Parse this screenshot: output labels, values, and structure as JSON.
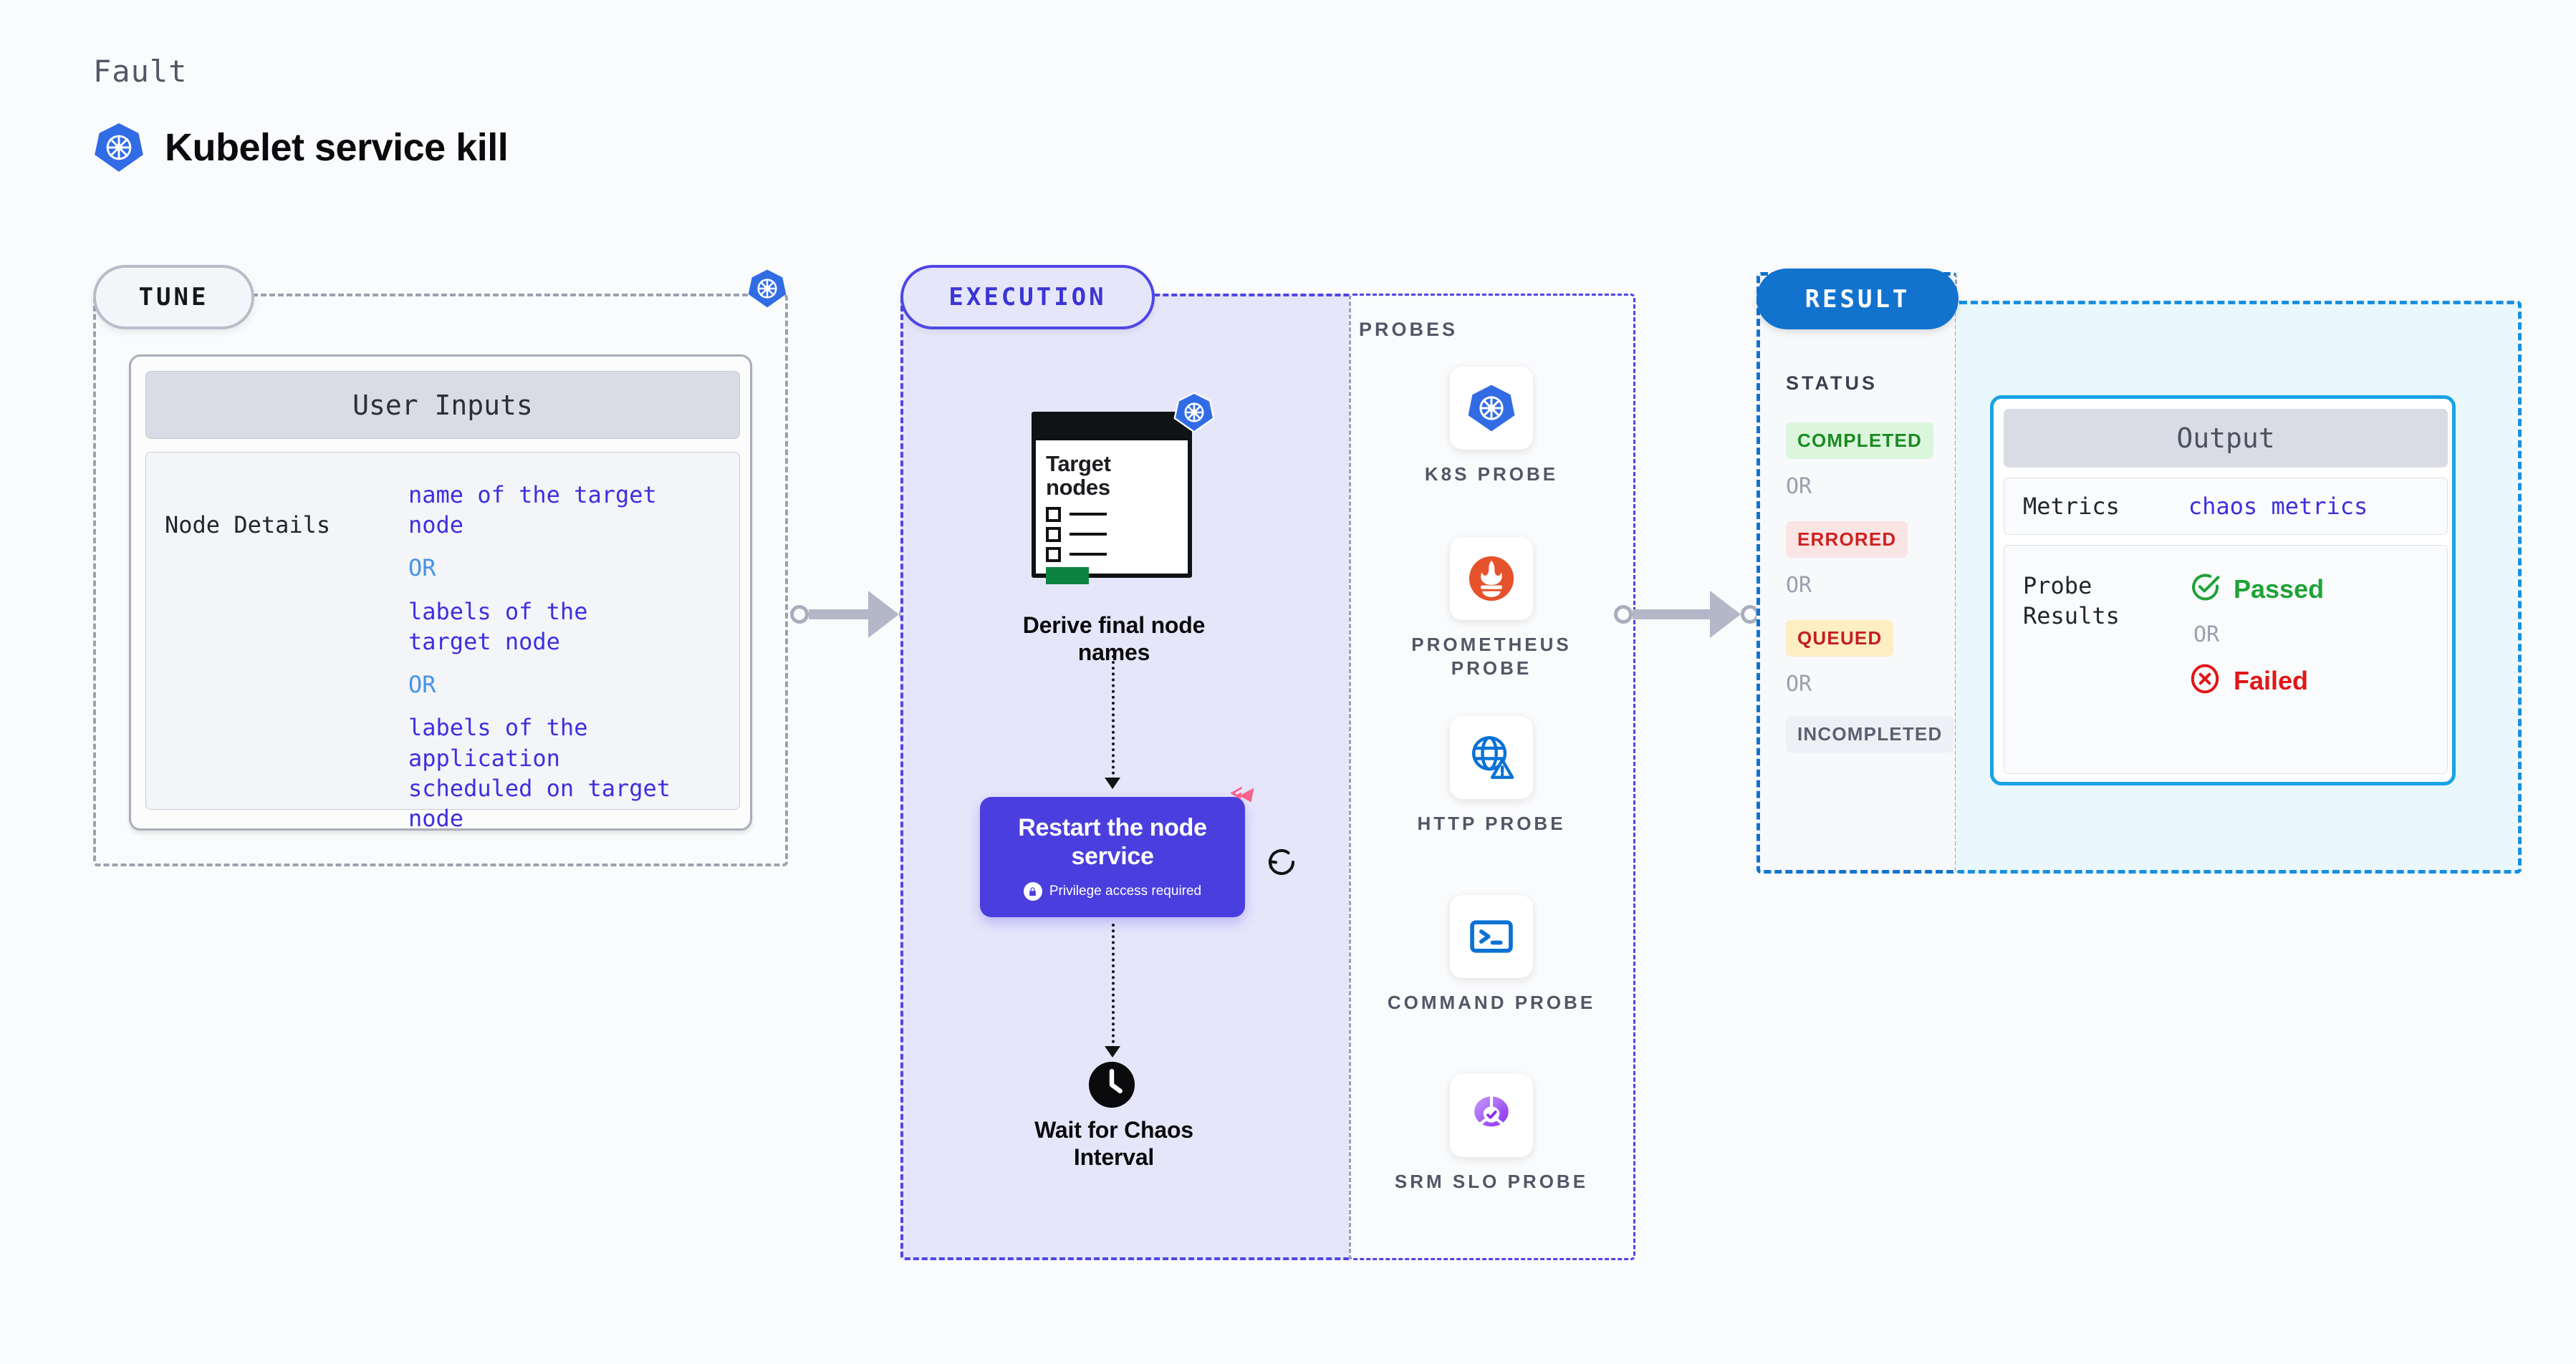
{
  "header": {
    "eyebrow": "Fault",
    "title": "Kubelet service kill",
    "icon": "kubernetes-icon"
  },
  "tune": {
    "pill_label": "TUNE",
    "badge_icon": "kubernetes-icon",
    "card_title": "User Inputs",
    "rows": [
      {
        "label": "Node Details",
        "values": [
          "name of the target",
          "node",
          "OR",
          "labels of the",
          "target node",
          "OR",
          "labels of the application",
          " scheduled on target node"
        ]
      }
    ]
  },
  "execution": {
    "pill_label": "EXECUTION",
    "window_card": {
      "title_line1": "Target",
      "title_line2": "nodes",
      "badge_icon": "kubernetes-icon",
      "checkbox_rows": 3,
      "progress_icon": "green-bar"
    },
    "step1_caption_line1": "Derive final node",
    "step1_caption_line2": "names",
    "action": {
      "title_line1": "Restart the node",
      "title_line2": "service",
      "privilege_note": "Privilege access required",
      "lock_icon": "lock-icon",
      "corner_icon": "litmus-chaos-icon",
      "side_icon": "refresh-icon"
    },
    "step3_icon": "clock-icon",
    "step3_caption_line1": "Wait for Chaos",
    "step3_caption_line2": "Interval"
  },
  "probes": {
    "section_label": "PROBES",
    "items": [
      {
        "name": "K8S PROBE",
        "icon": "kubernetes-icon"
      },
      {
        "name": "PROMETHEUS PROBE",
        "icon": "prometheus-icon"
      },
      {
        "name": "HTTP PROBE",
        "icon": "http-globe-warning-icon"
      },
      {
        "name": "COMMAND PROBE",
        "icon": "terminal-icon"
      },
      {
        "name": "SRM SLO PROBE",
        "icon": "srm-slo-donut-icon"
      }
    ]
  },
  "result": {
    "pill_label": "RESULT",
    "status_label": "STATUS",
    "or_label": "OR",
    "statuses": [
      {
        "label": "COMPLETED",
        "bg": "#dcf5dd",
        "fg": "#1c8a23"
      },
      {
        "label": "ERRORED",
        "bg": "#fbe4e4",
        "fg": "#cd2222"
      },
      {
        "label": "QUEUED",
        "bg": "#fdeec3",
        "fg": "#c31f1f"
      },
      {
        "label": "INCOMPLETED",
        "bg": "#eff0f5",
        "fg": "#5a6070"
      }
    ]
  },
  "output": {
    "card_title": "Output",
    "metrics_key": "Metrics",
    "metrics_value": "chaos metrics",
    "probe_results_key_line1": "Probe",
    "probe_results_key_line2": "Results",
    "passed_label": "Passed",
    "failed_label": "Failed",
    "or_label": "OR",
    "passed_icon": "check-circle-icon",
    "failed_icon": "x-circle-icon"
  },
  "colors": {
    "accent_indigo": "#4a3fde",
    "accent_blue": "#1273cf",
    "cyan": "#19a3e4",
    "k8s_blue": "#326ce5",
    "prometheus_orange": "#e6522c",
    "litmus_pink": "#f8628f",
    "green": "#1fa238",
    "red": "#e01616"
  }
}
